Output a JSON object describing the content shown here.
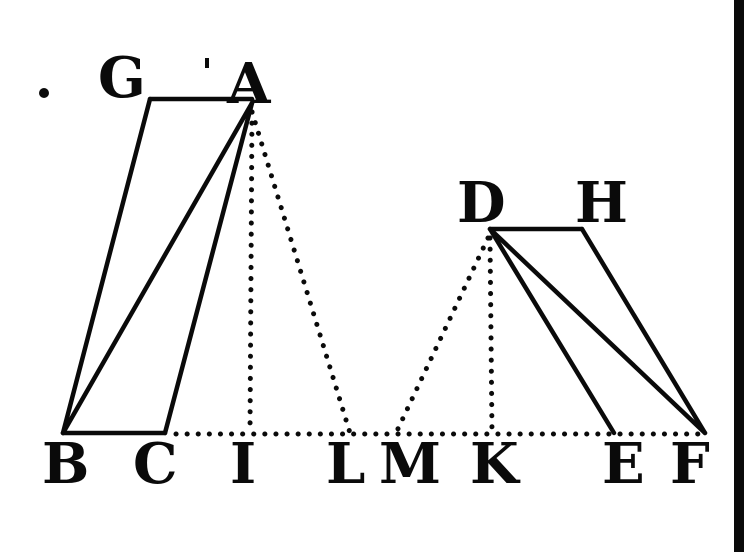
{
  "labels": {
    "G": "G",
    "A": "A",
    "D": "D",
    "H": "H",
    "B": "B",
    "C": "C",
    "I": "I",
    "L": "L",
    "M": "M",
    "K": "K",
    "E": "E",
    "F": "F"
  },
  "colors": {
    "ink": "#0a0a0a",
    "paper": "#ffffff"
  }
}
